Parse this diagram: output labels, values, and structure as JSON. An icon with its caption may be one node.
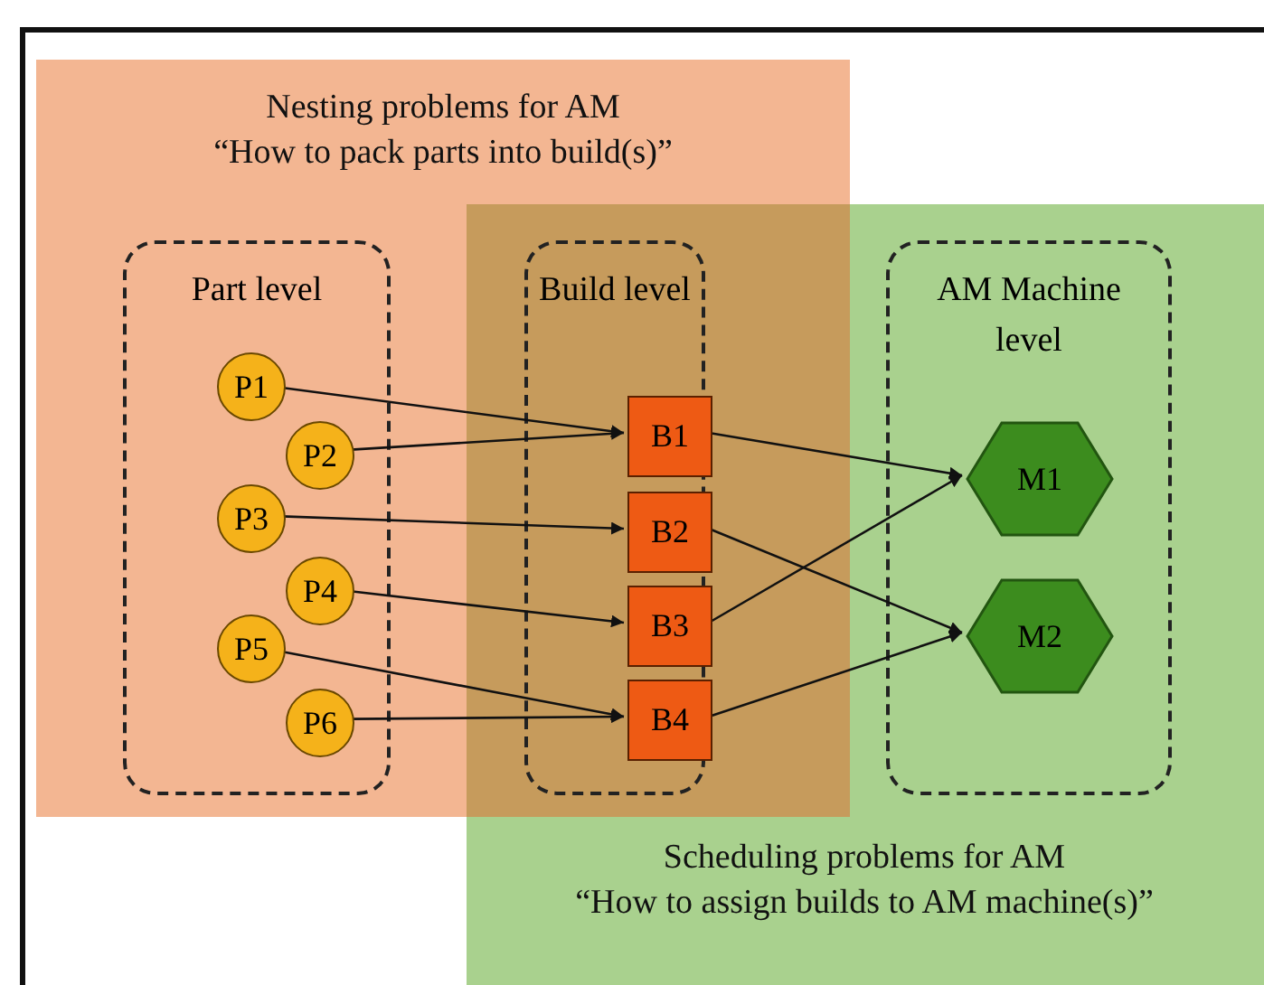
{
  "diagram": {
    "nodes": [
      {
        "text": [
          "Part level"
        ]
      },
      {
        "text": [
          "P1"
        ],
        "in": 0
      },
      {
        "text": [
          "P2"
        ],
        "in": 0
      },
      {
        "text": [
          "P3"
        ],
        "in": 0
      },
      {
        "text": [
          "P4"
        ],
        "in": 0
      },
      {
        "text": [
          "P5"
        ],
        "in": 0
      },
      {
        "text": [
          "P6"
        ],
        "in": 0
      },
      {
        "text": [
          "Build level"
        ]
      },
      {
        "text": [
          "B1"
        ],
        "in": 7
      },
      {
        "text": [
          "B2"
        ],
        "in": 7
      },
      {
        "text": [
          "B3"
        ],
        "in": 7
      },
      {
        "text": [
          "B4"
        ],
        "in": 7
      },
      {
        "text": [
          "AM Machine level"
        ]
      },
      {
        "text": [
          "M1"
        ],
        "in": 12
      },
      {
        "text": [
          "M2"
        ],
        "in": 12
      }
    ],
    "edges": [
      {
        "from": 1,
        "to": 8,
        "arrow": "to"
      },
      {
        "from": 2,
        "to": 8,
        "arrow": "to"
      },
      {
        "from": 3,
        "to": 9,
        "arrow": "to"
      },
      {
        "from": 4,
        "to": 10,
        "arrow": "to"
      },
      {
        "from": 5,
        "to": 11,
        "arrow": "to"
      },
      {
        "from": 6,
        "to": 11,
        "arrow": "to"
      },
      {
        "from": 8,
        "to": 13,
        "arrow": "to"
      },
      {
        "from": 9,
        "to": 14,
        "arrow": "to"
      },
      {
        "from": 10,
        "to": 13,
        "arrow": "to"
      },
      {
        "from": 11,
        "to": 14,
        "arrow": "to"
      }
    ],
    "labels": [
      "Nesting problems for AM",
      "“How to pack parts into build(s)”",
      "Scheduling problems for AM",
      "“How to assign builds to AM machine(s)”"
    ]
  }
}
